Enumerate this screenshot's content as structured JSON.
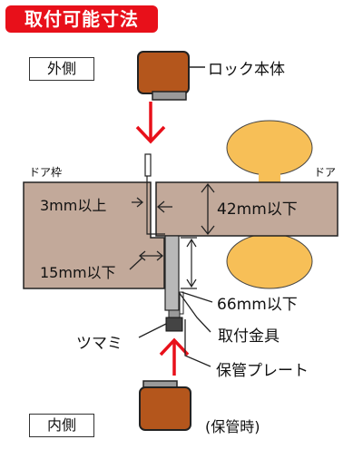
{
  "title": "取付可能寸法",
  "outside_label": "外側",
  "inside_label": "内側",
  "lock_body_label": "ロック本体",
  "door_frame_label": "ドア枠",
  "door_label": "ドア",
  "dim_3mm": "3mm以上",
  "dim_42mm": "42mm以下",
  "dim_15mm": "15mm以下",
  "dim_66mm": "66mm以下",
  "knob_label": "ツマミ",
  "bracket_label": "取付金具",
  "storage_plate_label": "保管プレート",
  "storage_note": "(保管時)",
  "colors": {
    "title_bg": "#e8101a",
    "lock_body": "#b4561c",
    "lock_base": "#9a9a9a",
    "wall": "#c2a99a",
    "handle": "#f7bf57",
    "arrow": "#e8101a",
    "bracket": "#b8b8b8"
  }
}
